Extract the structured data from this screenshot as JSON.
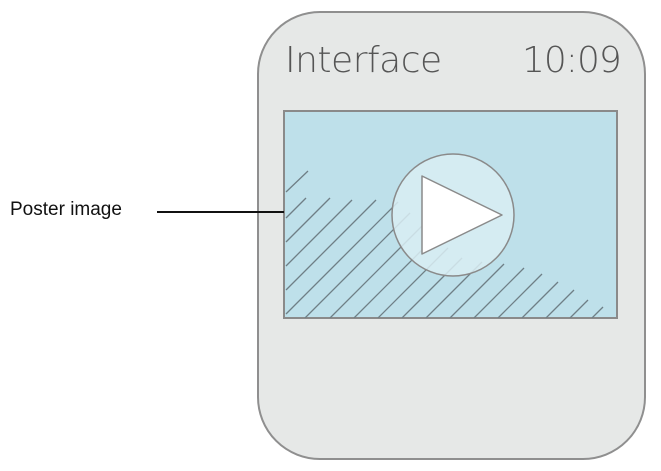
{
  "watch": {
    "title": "Interface",
    "time": "10:09"
  },
  "callout": {
    "label": "Poster image"
  },
  "colors": {
    "bezel": "#e6e8e7",
    "bezel_stroke": "#8f8f8f",
    "poster_fill": "#bee0ea",
    "play_circle_fill": "#d9edf3",
    "text": "#555555"
  },
  "icons": {
    "play": "play-icon"
  }
}
